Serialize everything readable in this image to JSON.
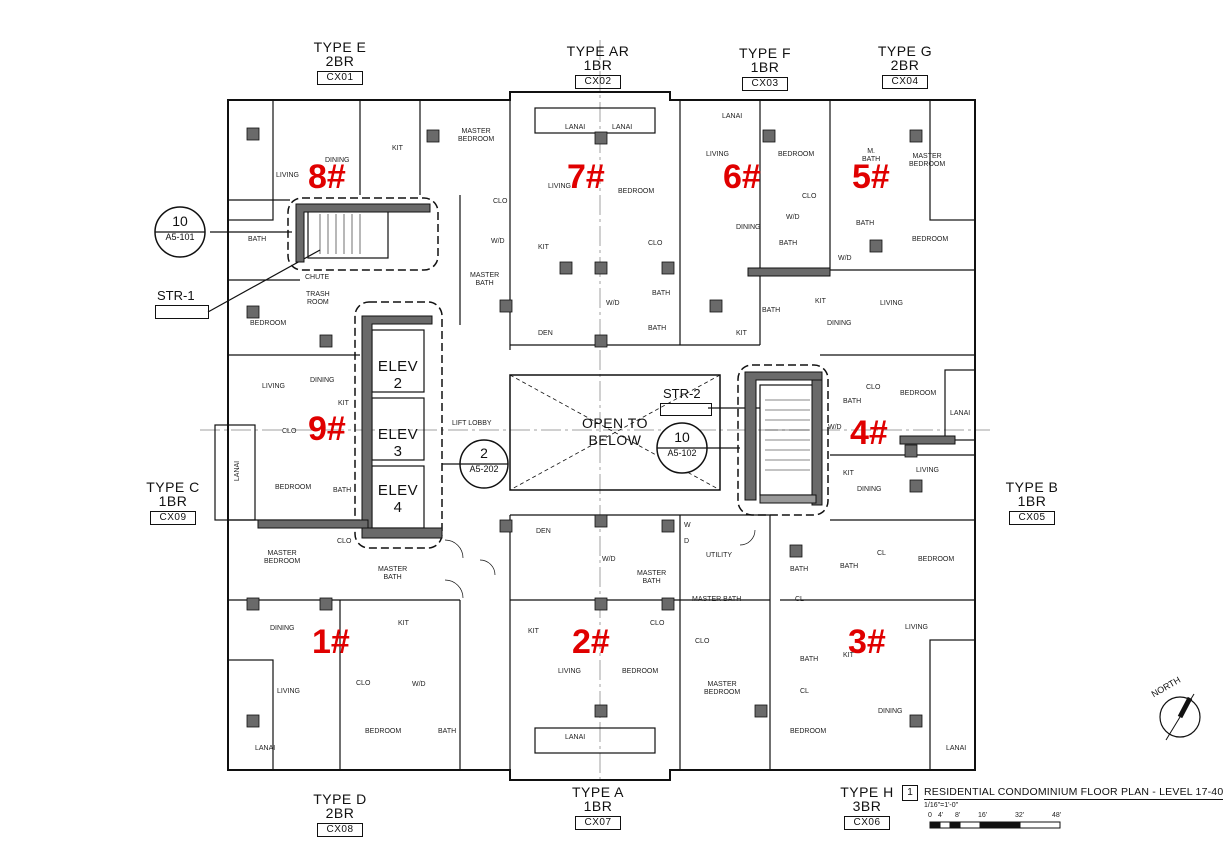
{
  "units": [
    {
      "type": "TYPE E",
      "br": "2BR",
      "code": "CX01"
    },
    {
      "type": "TYPE AR",
      "br": "1BR",
      "code": "CX02"
    },
    {
      "type": "TYPE F",
      "br": "1BR",
      "code": "CX03"
    },
    {
      "type": "TYPE G",
      "br": "2BR",
      "code": "CX04"
    },
    {
      "type": "TYPE B",
      "br": "1BR",
      "code": "CX05"
    },
    {
      "type": "TYPE H",
      "br": "3BR",
      "code": "CX06"
    },
    {
      "type": "TYPE A",
      "br": "1BR",
      "code": "CX07"
    },
    {
      "type": "TYPE D",
      "br": "2BR",
      "code": "CX08"
    },
    {
      "type": "TYPE C",
      "br": "1BR",
      "code": "CX09"
    }
  ],
  "markers": [
    "1#",
    "2#",
    "3#",
    "4#",
    "5#",
    "6#",
    "7#",
    "8#",
    "9#"
  ],
  "elevators": [
    "ELEV\n2",
    "ELEV\n3",
    "ELEV\n4"
  ],
  "elev_words": [
    "ELEV",
    "ELEV",
    "ELEV"
  ],
  "elev_nums": [
    "2",
    "3",
    "4"
  ],
  "stairs": {
    "str1": "STR-1",
    "str2": "STR-2"
  },
  "open_to_below": [
    "OPEN TO",
    "BELOW"
  ],
  "callouts": [
    {
      "num": "10",
      "ref": "A5-101"
    },
    {
      "num": "2",
      "ref": "A5-202"
    },
    {
      "num": "10",
      "ref": "A5-102"
    }
  ],
  "rooms": {
    "lanai": "LANAI",
    "dining": "DINING",
    "living": "LIVING",
    "bedroom": "BEDROOM",
    "master_bedroom": "MASTER\nBEDROOM",
    "master_bedroom_l1": "MASTER",
    "master_bedroom_l2": "BEDROOM",
    "kit": "KIT",
    "bath": "BATH",
    "master_bath": "MASTER BATH",
    "master_bath_l1": "MASTER",
    "master_bath_l2": "BATH",
    "clo": "CLO",
    "wd": "W/D",
    "den": "DEN",
    "utility": "UTILITY",
    "lift_lobby": "LIFT LOBBY",
    "trash_room_l1": "TRASH",
    "trash_room_l2": "ROOM",
    "chute": "CHUTE",
    "cl": "CL",
    "w": "W",
    "d": "D",
    "m": "M."
  },
  "north": "NORTH",
  "title": {
    "num": "1",
    "text": "RESIDENTIAL CONDOMINIUM FLOOR PLAN - LEVEL 17-40",
    "scale": "1/16\"=1'-0\""
  },
  "scale_bar": [
    "0",
    "4'",
    "8'",
    "16'",
    "32'",
    "48'"
  ]
}
